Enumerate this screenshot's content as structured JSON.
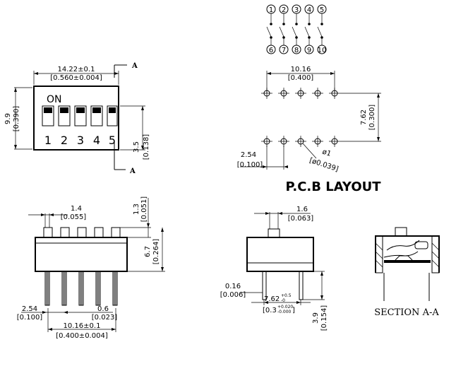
{
  "schematic": {
    "top_pins": [
      "1",
      "2",
      "3",
      "4",
      "5"
    ],
    "bottom_pins": [
      "6",
      "7",
      "8",
      "9",
      "10"
    ]
  },
  "top_view": {
    "width_mm": "14.22±0.1",
    "width_in": "[0.560±0.004]",
    "height_mm": "9.9",
    "height_in": "[0.390]",
    "on_label": "ON",
    "switch_numbers": [
      "1",
      "2",
      "3",
      "4",
      "5"
    ],
    "section_marker": "A",
    "offset_mm": "3.5",
    "offset_in": "[0.138]"
  },
  "pcb": {
    "pitch_mm": "10.16",
    "pitch_in": "[0.400]",
    "row_mm": "7.62",
    "row_in": "[0.300]",
    "spacing_mm": "2.54",
    "spacing_in": "[0.100]",
    "hole_mm": "ø1",
    "hole_in": "[ø0.039]",
    "title": "P.C.B  LAYOUT"
  },
  "front_view": {
    "actuator_mm": "1.4",
    "actuator_in": "[0.055]",
    "top_mm": "1.3",
    "top_in": "[0.051]",
    "body_mm": "6.7",
    "body_in": "[0.264]",
    "pitch_mm": "2.54",
    "pitch_in": "[0.100]",
    "pin_mm": "0.6",
    "pin_in": "[0.023]",
    "span_mm": "10.16±0.1",
    "span_in": "[0.400±0.004]"
  },
  "side_view": {
    "act_mm": "1.6",
    "act_in": "[0.063]",
    "pin_mm": "0.16",
    "pin_in": "[0.006]",
    "row_mm": "7.62",
    "row_tol_plus": "+0.5",
    "row_tol_minus": "-0",
    "row_in": "[0.3",
    "row_in_tol_plus": "+0.020",
    "row_in_tol_minus": "-0.000",
    "row_in_close": "]",
    "lead_mm": "3.9",
    "lead_in": "[0.154]"
  },
  "section": {
    "caption": "SECTION  A-A"
  }
}
